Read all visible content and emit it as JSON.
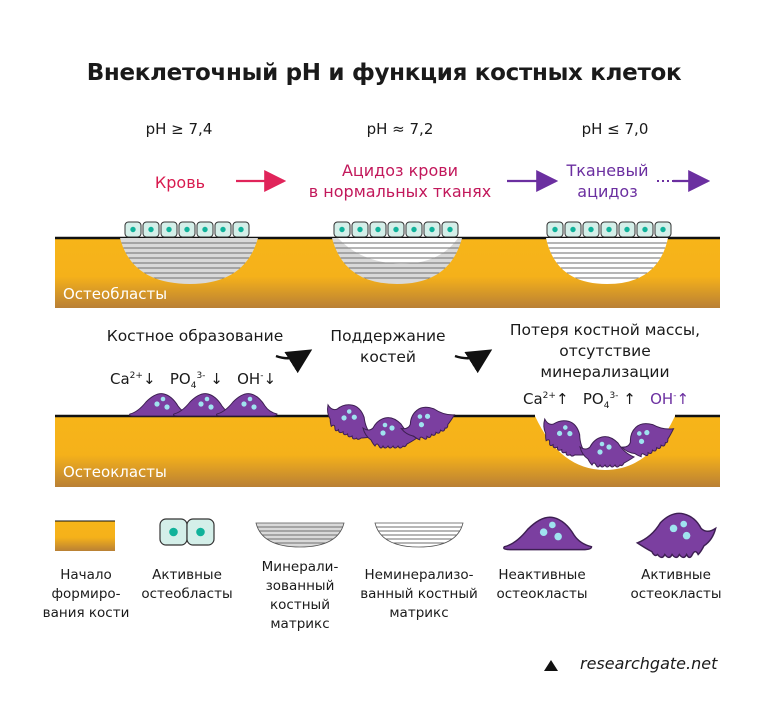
{
  "title": "Внеклеточный pH и функция костных клеток",
  "ph_levels": [
    "pH ≥ 7,4",
    "pH ≈ 7,2",
    "pH ≤ 7,0"
  ],
  "stages": [
    {
      "line1": "Кровь",
      "line2": "",
      "color": "#d81b4f"
    },
    {
      "line1": "Ацидоз крови",
      "line2": "в нормальных тканях",
      "color": "#c2185b"
    },
    {
      "line1": "Тканевый",
      "line2": "ацидоз",
      "color": "#6b2fa0"
    }
  ],
  "bands": {
    "osteoblasts_label": "Остеобласты",
    "osteoclasts_label": "Остеокласты"
  },
  "processes": [
    {
      "line1": "Костное образование",
      "line2": "",
      "line3": ""
    },
    {
      "line1": "Поддержание",
      "line2": "костей",
      "line3": ""
    },
    {
      "line1": "Потеря костной массы,",
      "line2": "отсутствие",
      "line3": "минерализации"
    }
  ],
  "ions": {
    "low": {
      "ca": "Ca",
      "ca_sup": "2+",
      "ca_arrow": "↓",
      "po": "PO",
      "po_sub": "4",
      "po_sup": "3-",
      "po_arrow": "↓",
      "oh": "OH",
      "oh_sup": "-",
      "oh_arrow": "↓"
    },
    "high": {
      "ca": "Ca",
      "ca_sup": "2+",
      "ca_arrow": "↑",
      "po": "PO",
      "po_sub": "4",
      "po_sup": "3-",
      "po_arrow": "↑",
      "oh": "OH",
      "oh_sup": "-",
      "oh_arrow": "↑"
    }
  },
  "legend": [
    {
      "icon": "bone-formation-swatch",
      "label_lines": [
        "Начало",
        "формиро-",
        "вания кости"
      ]
    },
    {
      "icon": "active-osteoblasts-icon",
      "label_lines": [
        "Активные",
        "остеобласты"
      ]
    },
    {
      "icon": "mineralized-matrix-icon",
      "label_lines": [
        "Минерали-",
        "зованный",
        "костный",
        "матрикс"
      ]
    },
    {
      "icon": "unmineralized-matrix-icon",
      "label_lines": [
        "Неминерализо-",
        "ванный костный",
        "матрикс"
      ]
    },
    {
      "icon": "inactive-osteoclast-icon",
      "label_lines": [
        "Неактивные",
        "остеокласты"
      ]
    },
    {
      "icon": "active-osteoclast-icon",
      "label_lines": [
        "Активные",
        "остеокласты"
      ]
    }
  ],
  "source": "researchgate.net",
  "colors": {
    "bone": "#f7b519",
    "bone_dark": "#b98035",
    "osteoblast_fill": "#d4efe9",
    "osteoblast_nucleus": "#11b29a",
    "osteoclast": "#7b3fa0",
    "osteoclast_dots": "#9fe3ef",
    "crimson": "#d81b4f",
    "purple": "#6b2fa0"
  }
}
